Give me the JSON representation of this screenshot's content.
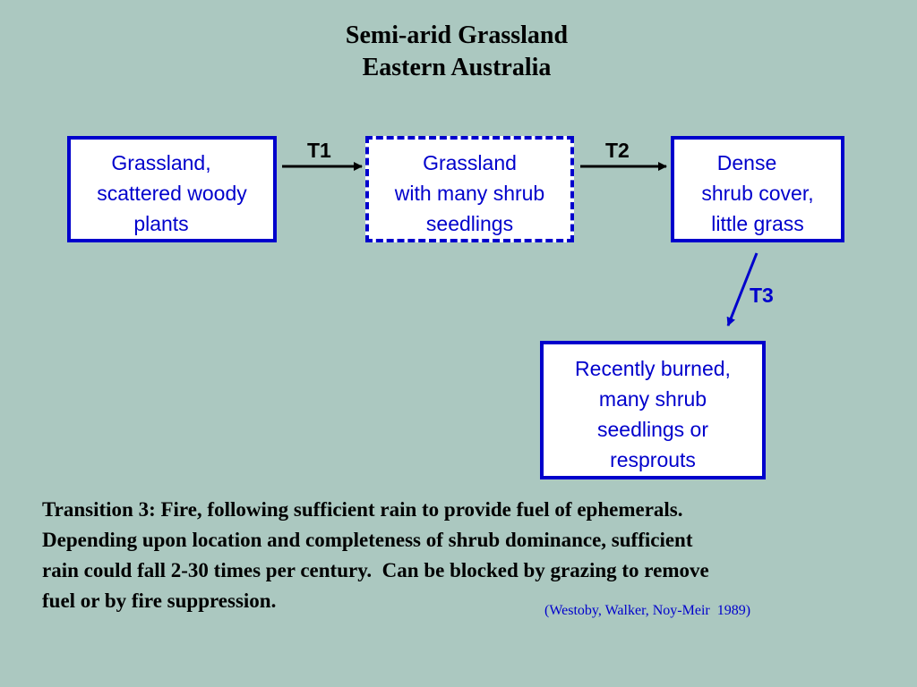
{
  "title": {
    "line1": "Semi-arid Grassland",
    "line2": "Eastern Australia"
  },
  "states": [
    {
      "lines": [
        "Grassland,",
        "scattered woody",
        "plants"
      ]
    },
    {
      "lines": [
        "Grassland",
        "with many shrub",
        "seedlings"
      ]
    },
    {
      "lines": [
        "Dense",
        "shrub cover,",
        "little grass"
      ]
    },
    {
      "lines": [
        "Recently burned,",
        "many shrub",
        "seedlings or",
        "resprouts"
      ]
    }
  ],
  "transitions": {
    "t1": "T1",
    "t2": "T2",
    "t3": "T3"
  },
  "caption": {
    "line1": "Transition 3: Fire, following sufficient rain to provide fuel of ephemerals.",
    "line2": "Depending upon location and completeness of shrub dominance, sufficient",
    "line3": "rain could fall 2-30 times per century.  Can be blocked by grazing to remove",
    "line4": "fuel or by fire suppression."
  },
  "citation": "(Westoby, Walker, Noy-Meir  1989)",
  "colors": {
    "background": "#abc8c0",
    "box_border": "#0000cc",
    "text_blue": "#0000cc"
  }
}
